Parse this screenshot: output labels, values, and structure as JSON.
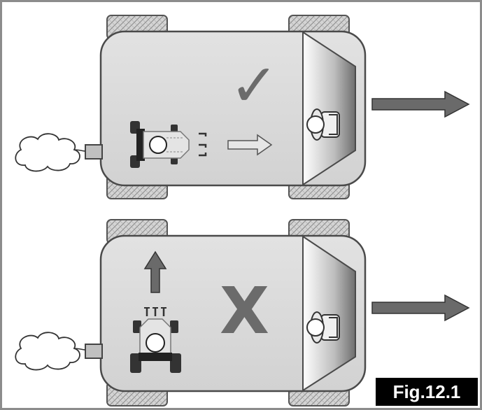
{
  "figure": {
    "label": "Fig.12.1"
  },
  "panels": [
    {
      "id": "correct",
      "mark": "✓",
      "mark_meaning": "check-mark",
      "vehicle_direction": "right",
      "robot_facing": "right"
    },
    {
      "id": "incorrect",
      "mark": "X",
      "mark_meaning": "cross-mark",
      "vehicle_direction": "right",
      "robot_facing": "up"
    }
  ],
  "colors": {
    "frame": "#8c8c8c",
    "body_fill": "#dcdcdc",
    "body_stroke": "#555555",
    "tire_fill": "#cfcfcf",
    "arrow_dark": "#6a6a6a",
    "arrow_light": "#e6e6e6",
    "mark": "#6b6b6b",
    "label_bg": "#000000",
    "label_text": "#ffffff"
  }
}
